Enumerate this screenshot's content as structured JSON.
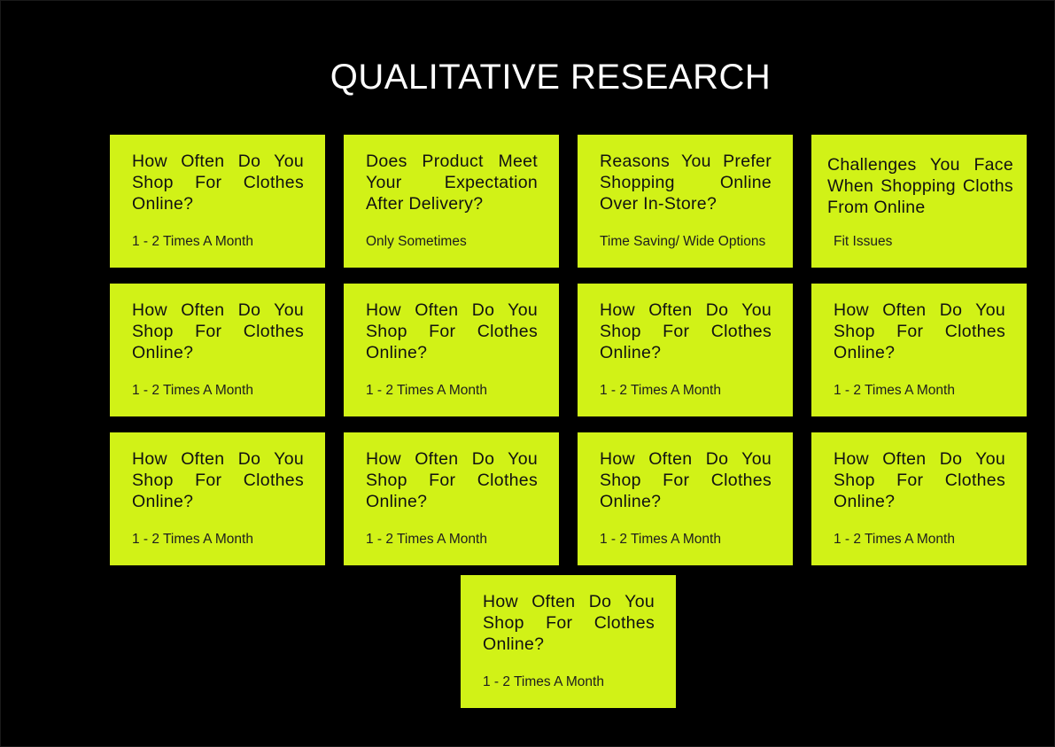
{
  "page": {
    "title": "QUALITATIVE RESEARCH"
  },
  "cards": [
    {
      "question": "How Often Do You Shop For Clothes Online?",
      "answer": "1 - 2 Times A Month"
    },
    {
      "question": "Does Product Meet Your Expectation After Delivery?",
      "answer": "Only Sometimes"
    },
    {
      "question": "Reasons You Prefer Shopping Online Over In-Store?",
      "answer": "Time Saving/ Wide Options"
    },
    {
      "question": "Challenges You Face When Shopping Cloths From Online",
      "answer": "Fit Issues"
    },
    {
      "question": "How Often Do You Shop For Clothes Online?",
      "answer": "1 - 2 Times A Month"
    },
    {
      "question": "How Often Do You Shop For Clothes Online?",
      "answer": "1 - 2 Times A Month"
    },
    {
      "question": "How Often Do You Shop For Clothes Online?",
      "answer": "1 - 2 Times A Month"
    },
    {
      "question": "How Often Do You Shop For Clothes Online?",
      "answer": "1 - 2 Times A Month"
    },
    {
      "question": "How Often Do You Shop For Clothes Online?",
      "answer": "1 - 2 Times A Month"
    },
    {
      "question": "How Often Do You Shop For Clothes Online?",
      "answer": "1 - 2 Times A Month"
    },
    {
      "question": "How Often Do You Shop For Clothes Online?",
      "answer": "1 - 2 Times A Month"
    },
    {
      "question": "How Often Do You Shop For Clothes Online?",
      "answer": "1 - 2 Times A Month"
    },
    {
      "question": "How Often Do You Shop For Clothes Online?",
      "answer": "1 - 2 Times A Month"
    }
  ],
  "colors": {
    "background": "#000000",
    "card": "#d1f217",
    "title": "#ffffff",
    "text": "#111111"
  }
}
